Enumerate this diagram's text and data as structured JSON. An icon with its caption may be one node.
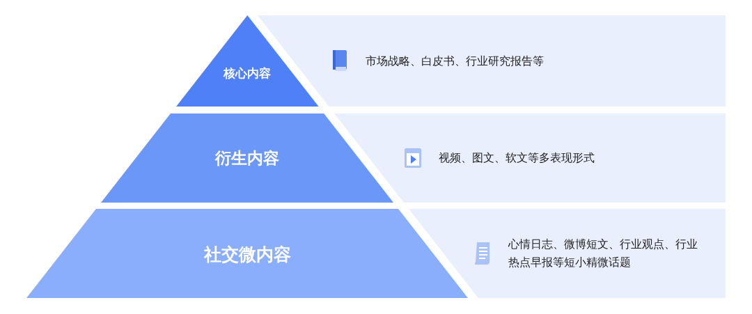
{
  "diagram": {
    "nodes": [
      {
        "text": [
          "核心内容"
        ]
      },
      {
        "text": [
          "市场战略、白皮书、行业研究报告等"
        ]
      },
      {
        "text": [
          "衍生内容"
        ]
      },
      {
        "text": [
          "视频、图文、软文等多表现形式"
        ]
      },
      {
        "text": [
          "社交微内容"
        ]
      },
      {
        "text": [
          "心情日志、微博短文、行业观点、行业热点早报等短小精微话题"
        ]
      }
    ]
  }
}
